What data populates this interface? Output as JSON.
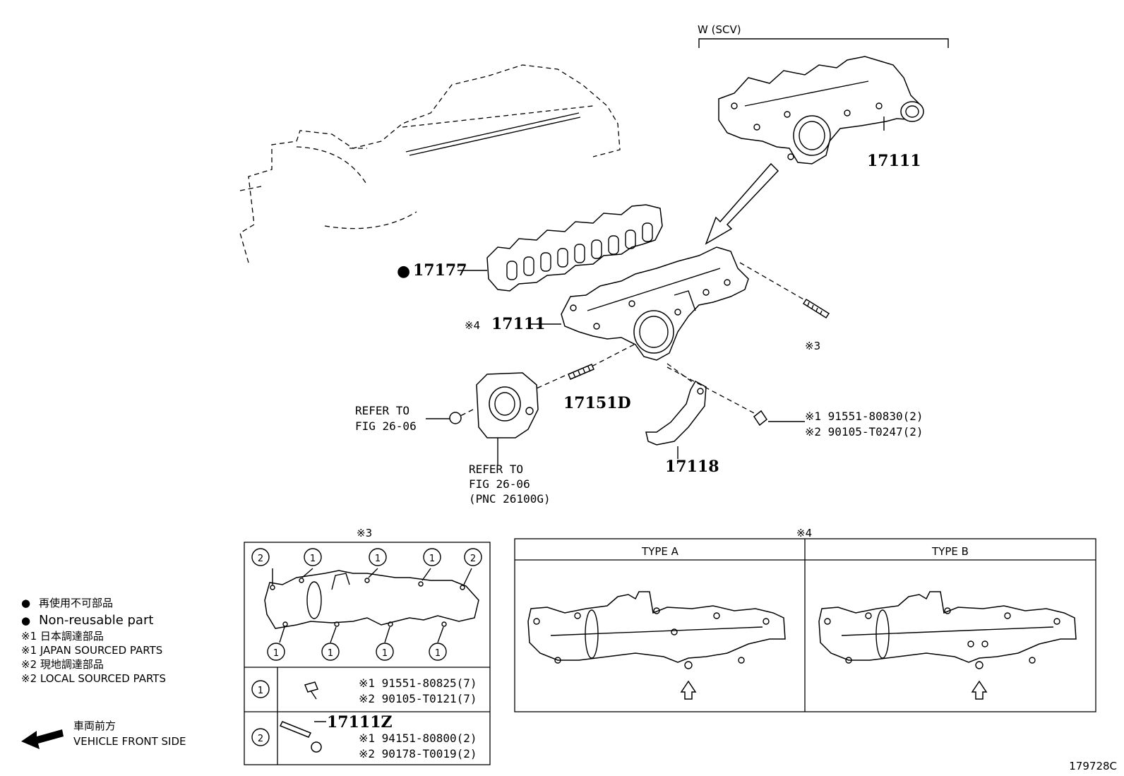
{
  "header": {
    "variant_label": "W (SCV)"
  },
  "callouts": {
    "upper_manifold": "17111",
    "gasket": "17177",
    "gasket_marker": "●",
    "manifold_note_mark": "※4",
    "manifold": "17111",
    "stud_note": "※3",
    "stud": "17151D",
    "bracket": "17118",
    "bolt_1": "※1  91551-80830(2)",
    "bolt_2": "※2  90105-T0247(2)",
    "refer_left_1": "REFER TO",
    "refer_left_2": "FIG 26-06",
    "refer_bottom_1": "REFER TO",
    "refer_bottom_2": "FIG 26-06",
    "refer_bottom_3": "(PNC 26100G)"
  },
  "inset_3": {
    "title": "※3",
    "top_markers": [
      "2",
      "1",
      "1",
      "1",
      "2"
    ],
    "bottom_markers": [
      "1",
      "1",
      "1",
      "1"
    ],
    "row1_circle": "1",
    "row1_a": "※1 91551-80825(7)",
    "row1_b": "※2 90105-T0121(7)",
    "row2_circle": "2",
    "row2_part": "17111Z",
    "row2_a": "※1 94151-80800(2)",
    "row2_b": "※2 90178-T0019(2)"
  },
  "inset_4": {
    "title": "※4",
    "type_a": "TYPE A",
    "type_b": "TYPE B"
  },
  "legend": {
    "bullet": "●",
    "jp_nonreusable": "再使用不可部品",
    "en_nonreusable": "Non-reusable part",
    "jp_japan": "※1  日本調達部品",
    "en_japan": "※1  JAPAN SOURCED PARTS",
    "jp_local": "※2  現地調達部品",
    "en_local": "※2  LOCAL SOURCED PARTS",
    "jp_front": "車両前方",
    "en_front": "VEHICLE FRONT SIDE"
  },
  "figure_id": "179728C"
}
